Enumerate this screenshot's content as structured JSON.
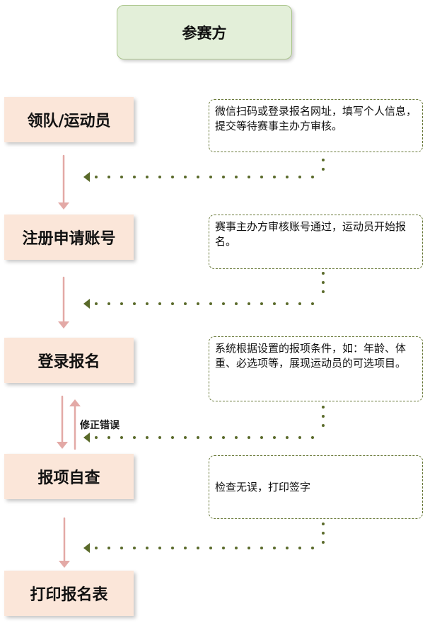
{
  "title": "参赛方",
  "steps": [
    {
      "label": "领队/运动员"
    },
    {
      "label": "注册申请账号"
    },
    {
      "label": "登录报名"
    },
    {
      "label": "报项自查"
    },
    {
      "label": "打印报名表"
    }
  ],
  "notes": [
    {
      "text": "微信扫码或登录报名网址，填写个人信息，提交等待赛事主办方审核。"
    },
    {
      "text": "赛事主办方审核账号通过，运动员开始报名。"
    },
    {
      "text": "系统根据设置的报项条件，如：年龄、体重、必选项等，展现运动员的可选项目。"
    },
    {
      "text": "检查无误，打印签字"
    }
  ],
  "edge_labels": {
    "fix_errors": "修正错误"
  },
  "colors": {
    "title_fill": "#e3efd9",
    "step_fill": "#fbe6d9",
    "note_border": "#6a7a3a",
    "arrow_pink": "#e3a9a6",
    "dots_olive": "#5a6a2a"
  }
}
